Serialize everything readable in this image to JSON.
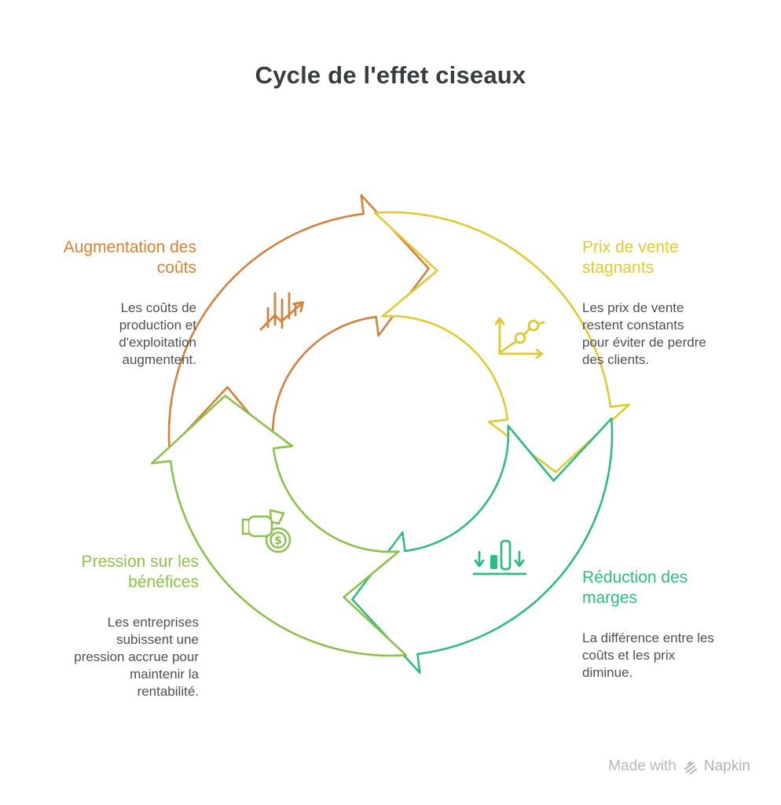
{
  "title": "Cycle de l'effet ciseaux",
  "steps": [
    {
      "id": "augmentation-des-couts",
      "heading": "Augmentation des\ncoûts",
      "body": "Les coûts de\nproduction et\nd'exploitation\naugmentent.",
      "color": "#D2823C",
      "icon": "rising-bars-chart-icon"
    },
    {
      "id": "prix-de-vente-stagnants",
      "heading": "Prix de vente\nstagnants",
      "body": "Les prix de vente\nrestent constants\npour éviter de perdre\ndes clients.",
      "color": "#DFCA33",
      "icon": "line-chart-icon"
    },
    {
      "id": "reduction-des-marges",
      "heading": "Réduction des\nmarges",
      "body": "La différence entre les\ncoûts et les prix\ndiminue.",
      "color": "#31BB82",
      "icon": "declining-bars-icon"
    },
    {
      "id": "pression-sur-les-benefices",
      "heading": "Pression sur les\nbénéfices",
      "body": "Les entreprises\nsubissent une\npression accrue pour\nmaintenir la\nrentabilité.",
      "color": "#8DC04D",
      "icon": "money-squeeze-icon"
    }
  ],
  "footer": {
    "made_with": "Made with",
    "brand": "Napkin"
  },
  "theme": {
    "background": "#FFFFFF",
    "title_color": "#3A3D40",
    "body_text_color": "#4C5053",
    "footer_color": "#B7BBC0"
  }
}
